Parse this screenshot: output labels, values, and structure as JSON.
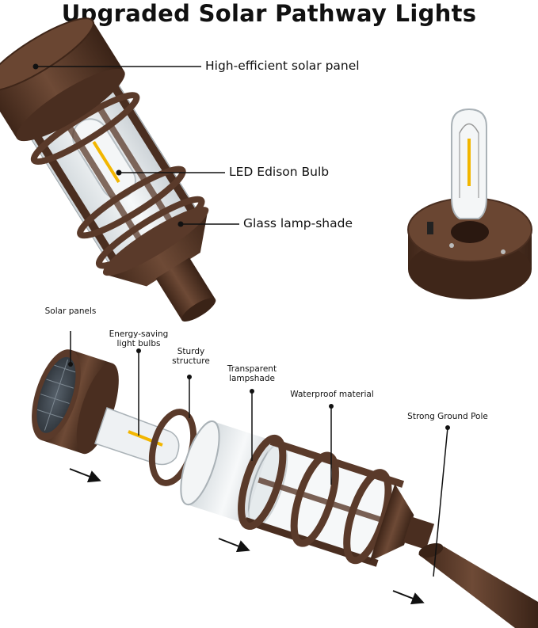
{
  "title": "Upgraded Solar Pathway Lights",
  "colors": {
    "bronze": "#5a3a2a",
    "bronze_dark": "#3f2619",
    "glass": "#e8edf0",
    "filament": "#f2b600",
    "line": "#111111"
  },
  "callouts_top": [
    {
      "id": "solar-panel",
      "text": "High-efficient solar panel"
    },
    {
      "id": "led-bulb",
      "text": "LED Edison Bulb"
    },
    {
      "id": "glass-shade",
      "text": "Glass lamp-shade"
    }
  ],
  "callouts_bottom": [
    {
      "id": "solar-panels",
      "lines": [
        "Solar panels"
      ]
    },
    {
      "id": "bulbs",
      "lines": [
        "Energy-saving",
        "light bulbs"
      ]
    },
    {
      "id": "structure",
      "lines": [
        "Sturdy",
        "structure"
      ]
    },
    {
      "id": "lampshade",
      "lines": [
        "Transparent",
        "lampshade"
      ]
    },
    {
      "id": "material",
      "lines": [
        "Waterproof material"
      ]
    },
    {
      "id": "pole",
      "lines": [
        "Strong Ground Pole"
      ]
    }
  ]
}
